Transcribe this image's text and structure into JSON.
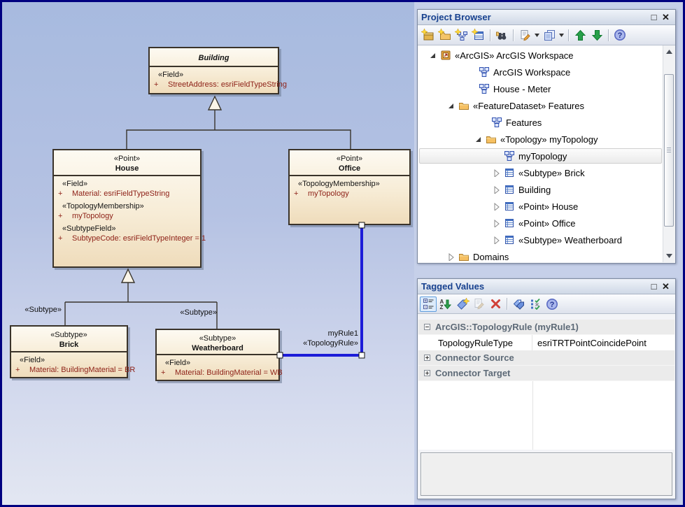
{
  "window": {
    "maximize_glyph": "□",
    "close_glyph": "✕"
  },
  "diagram": {
    "connector_labels": {
      "subtype_left": "«Subtype»",
      "subtype_right": "«Subtype»",
      "rule_name": "myRule1",
      "rule_stereotype": "«TopologyRule»"
    },
    "classes": {
      "building": {
        "name": "Building",
        "lines": [
          {
            "k": "st",
            "t": "«Field»"
          },
          {
            "k": "at",
            "v": "+",
            "t": "StreetAddress: esriFieldTypeString"
          }
        ]
      },
      "house": {
        "stereotype": "«Point»",
        "name": "House",
        "lines": [
          {
            "k": "st",
            "t": "«Field»"
          },
          {
            "k": "at",
            "v": "+",
            "t": "Material: esriFieldTypeString"
          },
          {
            "k": "st",
            "t": "«TopologyMembership»"
          },
          {
            "k": "at",
            "v": "+",
            "t": "myTopology"
          },
          {
            "k": "st",
            "t": "«SubtypeField»"
          },
          {
            "k": "at",
            "v": "+",
            "t": "SubtypeCode: esriFieldTypeInteger = 1"
          }
        ]
      },
      "office": {
        "stereotype": "«Point»",
        "name": "Office",
        "lines": [
          {
            "k": "st",
            "t": "«TopologyMembership»"
          },
          {
            "k": "at",
            "v": "+",
            "t": "myTopology"
          }
        ]
      },
      "brick": {
        "stereotype": "«Subtype»",
        "name": "Brick",
        "lines": [
          {
            "k": "st",
            "t": "«Field»"
          },
          {
            "k": "at",
            "v": "+",
            "t": "Material: BuildingMaterial = BR"
          }
        ]
      },
      "weatherboard": {
        "stereotype": "«Subtype»",
        "name": "Weatherboard",
        "lines": [
          {
            "k": "st",
            "t": "«Field»"
          },
          {
            "k": "at",
            "v": "+",
            "t": "Material: BuildingMaterial = WB"
          }
        ]
      }
    }
  },
  "project_browser": {
    "title": "Project Browser",
    "toolbar": [
      "new-model",
      "new-package",
      "new-diagram",
      "new-element",
      "find-in-browser",
      "edit-documents",
      "duplicate",
      "move-up",
      "move-down",
      "help"
    ],
    "tree": [
      {
        "label": "«ArcGIS» ArcGIS Workspace"
      },
      {
        "label": "ArcGIS Workspace"
      },
      {
        "label": "House - Meter"
      },
      {
        "label": "«FeatureDataset» Features"
      },
      {
        "label": "Features"
      },
      {
        "label": "«Topology» myTopology"
      },
      {
        "label": "myTopology"
      },
      {
        "label": "«Subtype» Brick"
      },
      {
        "label": "Building"
      },
      {
        "label": "«Point» House"
      },
      {
        "label": "«Point» Office"
      },
      {
        "label": "«Subtype» Weatherboard"
      },
      {
        "label": "Domains"
      }
    ]
  },
  "tagged_values": {
    "title": "Tagged Values",
    "toolbar": [
      "tree-view",
      "sort-alpha",
      "new-tag",
      "edit-tag",
      "delete-tag",
      "tags",
      "defaults",
      "help"
    ],
    "rows": [
      {
        "type": "group",
        "label": "ArcGIS::TopologyRule (myRule1)",
        "state": "expanded"
      },
      {
        "type": "kv",
        "key": "TopologyRuleType",
        "value": "esriTRTPointCoincidePoint"
      },
      {
        "type": "group",
        "label": "Connector Source",
        "state": "collapsed"
      },
      {
        "type": "group",
        "label": "Connector Target",
        "state": "collapsed"
      }
    ]
  },
  "colors": {
    "connector_blue": "#1c1cd8",
    "class_border": "#3a332a",
    "attribute_text": "#8e2218",
    "panel_title": "#17418f",
    "canvas_top": "#a7badf",
    "canvas_bottom": "#e3e7f2"
  }
}
